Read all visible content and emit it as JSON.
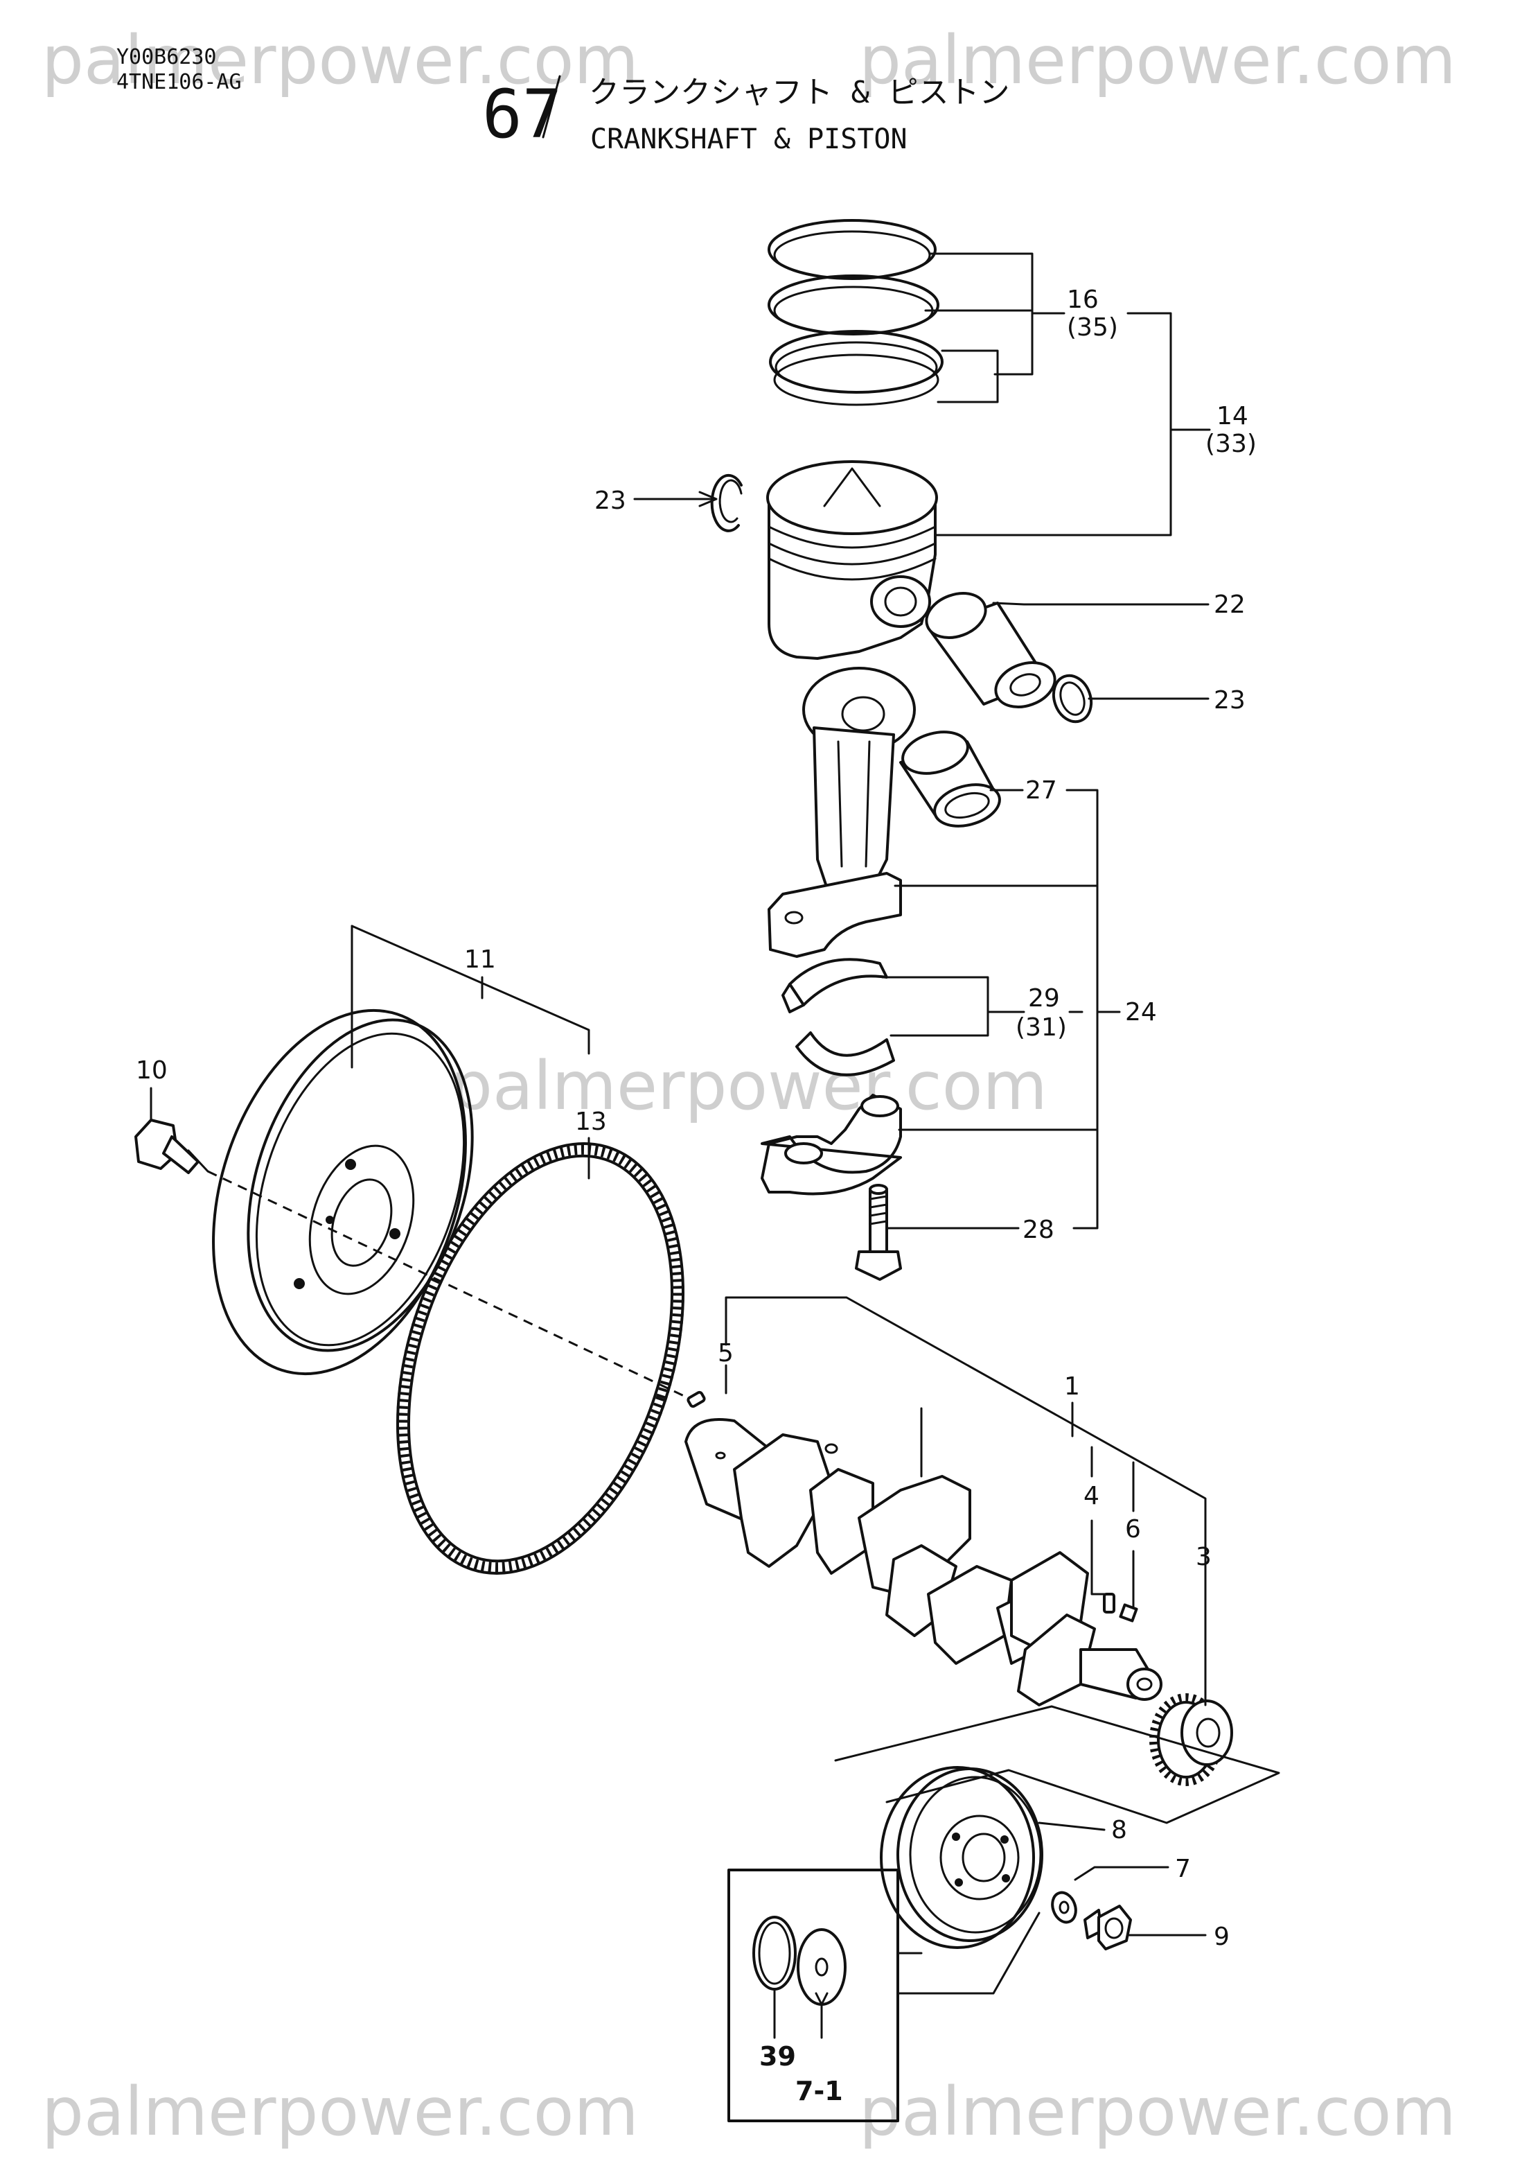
{
  "header": {
    "code": "Y00B6230",
    "model": "4TNE106-AG",
    "page_number": "67",
    "title_jp": "クランクシャフト & ピストン",
    "title_en": "CRANKSHAFT & PISTON"
  },
  "watermarks": [
    "palmerpower.com",
    "palmerpower.com",
    "palmerpower.com",
    "palmerpower.com",
    "palmerpower.com"
  ],
  "labels": {
    "p16": "16",
    "p35": "(35)",
    "p14": "14",
    "p33": "(33)",
    "p23a": "23",
    "p22": "22",
    "p23b": "23",
    "p27": "27",
    "p29": "29",
    "p31": "(31)",
    "p24": "24",
    "p28": "28",
    "p11": "11",
    "p10": "10",
    "p13": "13",
    "p5": "5",
    "p1": "1",
    "p4": "4",
    "p6": "6",
    "p3": "3",
    "p8": "8",
    "p7": "7",
    "p9": "9",
    "p39": "39",
    "p7_1": "7-1"
  }
}
